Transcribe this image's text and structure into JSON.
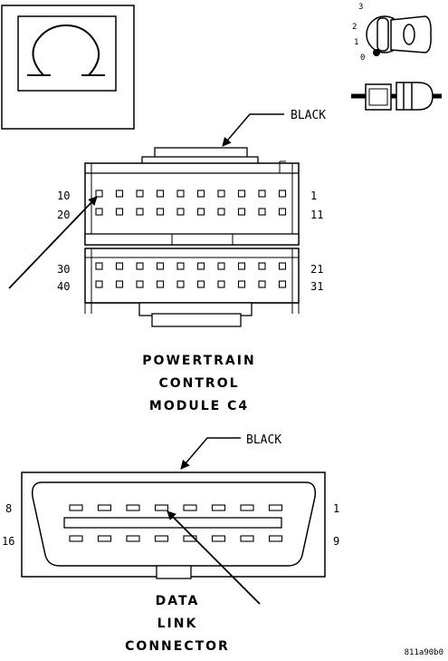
{
  "ohm_symbol": "Ω",
  "ignition_positions": [
    "3",
    "2",
    "1",
    "0"
  ],
  "pcm": {
    "color_label": "BLACK",
    "pin_labels": {
      "row1_left": "10",
      "row1_right": "1",
      "row2_left": "20",
      "row2_right": "11",
      "row3_left": "30",
      "row3_right": "21",
      "row4_left": "40",
      "row4_right": "31"
    },
    "title_lines": [
      "POWERTRAIN",
      "CONTROL",
      "MODULE C4"
    ]
  },
  "dlc": {
    "color_label": "BLACK",
    "pin_labels": {
      "top_left": "8",
      "top_right": "1",
      "bottom_left": "16",
      "bottom_right": "9"
    },
    "title_lines": [
      "DATA",
      "LINK",
      "CONNECTOR"
    ]
  },
  "figure_id": "811a90b0"
}
